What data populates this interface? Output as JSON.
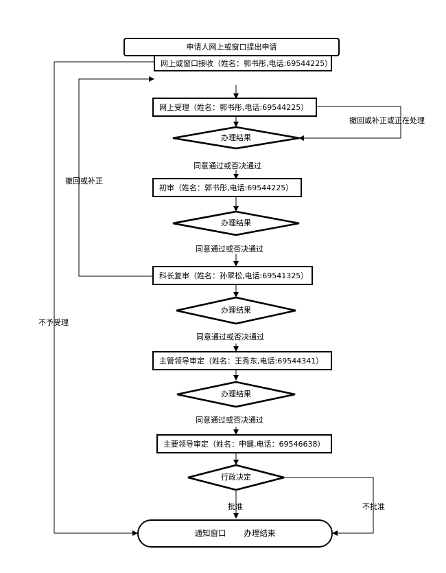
{
  "steps": {
    "apply": "申请人网上或窗口提出申请",
    "receive": "网上或窗口接收（姓名：郭书彤,电话:69544225）",
    "accept": "网上受理（姓名：郭书彤,电话:69544225）",
    "first_review": "初审（姓名：郭书彤,电话:69544225）",
    "section_chief": "科长复审（姓名：孙翠松,电话:69541325）",
    "supervisor": "主管领导审定（姓名：王秀东,电话:69544341）",
    "principal": "主要领导审定（姓名：申鍵,电话：69546638）"
  },
  "decisions": {
    "result_1": "办理结果",
    "result_2": "办理结果",
    "result_3": "办理结果",
    "result_4": "办理结果",
    "admin": "行政决定"
  },
  "flow_labels": {
    "pass_1": "同意通过或否决通过",
    "pass_2": "同意通过或否决通过",
    "pass_3": "同意通过或否决通过",
    "pass_4": "同意通过或否决通过",
    "withdraw_processing": "撤回或补正或正在处理",
    "withdraw_correct": "撤回或补正",
    "not_accepted": "不予受理",
    "approve": "批准",
    "reject": "不批准"
  },
  "terminal": {
    "notify": "通知窗口",
    "done": "办理结束"
  }
}
